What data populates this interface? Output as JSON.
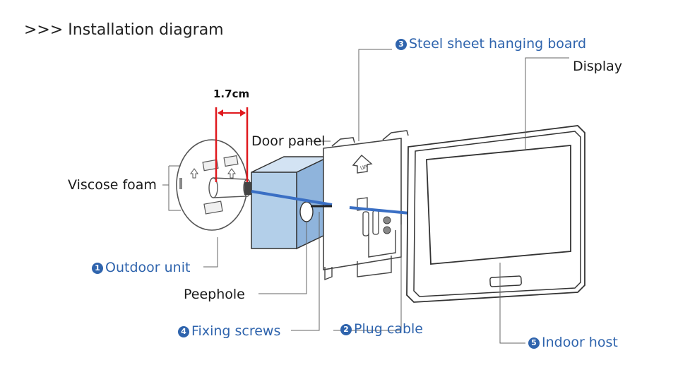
{
  "header": {
    "title": ">>> Installation diagram"
  },
  "dimension": {
    "value": "1.7cm"
  },
  "labels": {
    "viscose_foam": "Viscose foam",
    "door_panel": "Door panel",
    "display": "Display",
    "peephole": "Peephole",
    "outdoor_unit": {
      "num": "1",
      "text": "Outdoor unit"
    },
    "plug_cable": {
      "num": "2",
      "text": "Plug cable"
    },
    "steel_sheet": {
      "num": "3",
      "text": "Steel sheet hanging board"
    },
    "fixing_screws": {
      "num": "4",
      "text": "Fixing screws"
    },
    "indoor_host": {
      "num": "5",
      "text": "Indoor host"
    }
  },
  "bracket_text": "UP",
  "colors": {
    "label_blue": "#2f64ad",
    "dimension_red": "#e0191e",
    "door_panel_fill": "#b3cfe9",
    "cable_blue": "#3a6fc4"
  }
}
